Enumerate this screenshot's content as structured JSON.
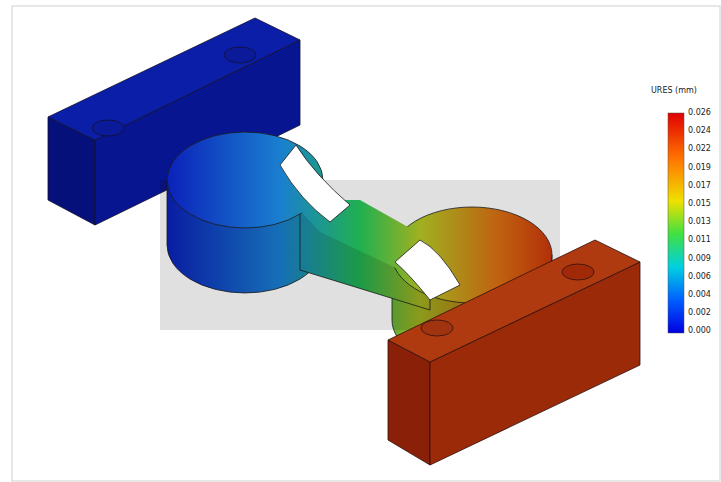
{
  "diagram": {
    "labels": [
      "URES (mm)",
      "0.026",
      "0.024",
      "0.022",
      "0.019",
      "0.017",
      "0.015",
      "0.013",
      "0.011",
      "0.009",
      "0.006",
      "0.004",
      "0.002",
      "0.000"
    ]
  }
}
